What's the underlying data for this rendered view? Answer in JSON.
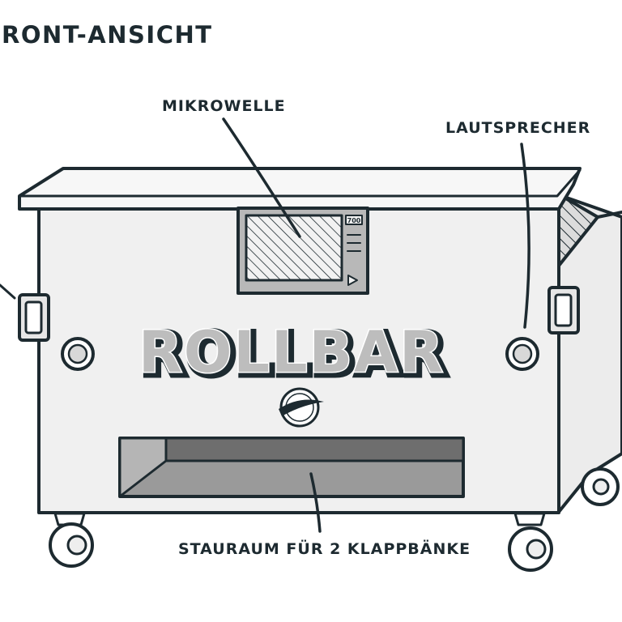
{
  "title": "RONT-ANSICHT",
  "labels": {
    "microwave": "MIKROWELLE",
    "speaker": "LAUTSPRECHER",
    "storage": "STAURAUM FÜR 2 KLAPPBÄNKE"
  },
  "brand": "ROLLBAR",
  "microwave_display": "700",
  "colors": {
    "ink": "#1d2a30",
    "box_fill": "#f0f0f0",
    "top_fill": "#f7f7f7",
    "microwave_fill": "#b8b8b8",
    "slot_dark": "#6e6e6e",
    "slot_light": "#9a9a9a",
    "brand_fill": "#bdbdbd"
  }
}
